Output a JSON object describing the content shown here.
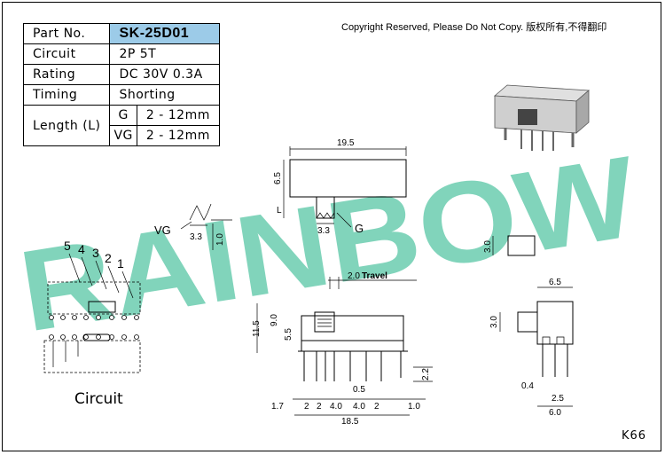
{
  "spec": {
    "part_no_label": "Part No.",
    "part_no_value": "SK-25D01",
    "circuit_label": "Circuit",
    "circuit_value": "2P 5T",
    "rating_label": "Rating",
    "rating_value": "DC 30V 0.3A",
    "timing_label": "Timing",
    "timing_value": "Shorting",
    "length_label": "Length (L)",
    "length_g_code": "G",
    "length_g_value": "2 - 12mm",
    "length_vg_code": "VG",
    "length_vg_value": "2 - 12mm"
  },
  "copyright": "Copyright Reserved, Please Do Not Copy. 版权所有,不得翻印",
  "watermark": "RAINBOW",
  "model_code": "K66",
  "circuit_caption": "Circuit",
  "circuit_pins": [
    "5",
    "4",
    "3",
    "2",
    "1"
  ],
  "dims": {
    "top_width": "19.5",
    "top_height": "6.5",
    "top_L": "L",
    "vg_label": "VG",
    "g_label": "G",
    "vg_w": "3.3",
    "vg_h": "1.0",
    "g_w": "3.3",
    "travel": "2.0",
    "travel_label": "Travel",
    "front_h1": "11.5",
    "front_h2": "9.0",
    "front_h3": "5.5",
    "pin_h": "2.2",
    "pitch_a": "2",
    "pitch_b": "2",
    "pitch_c": "4.0",
    "pitch_d": "4.0",
    "pitch_e": "2",
    "left_off": "1.7",
    "right_off": "1.0",
    "pin_w": "0.5",
    "total_w": "18.5",
    "side_w": "6.5",
    "side_h": "3.0",
    "side_pin": "0.4",
    "side_pitch": "2.5",
    "side_total": "6.0",
    "act_h": "3.0"
  }
}
